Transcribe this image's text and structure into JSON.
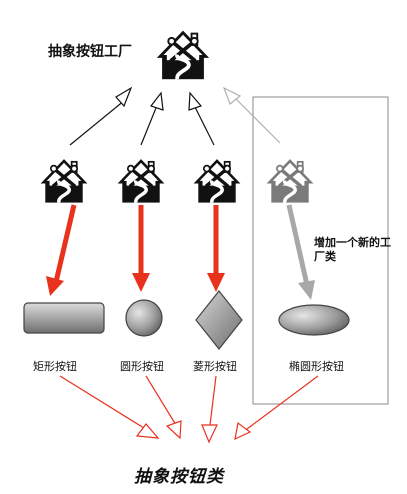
{
  "top_factory": {
    "label": "抽象按钮工厂"
  },
  "sub_factories": [
    {
      "id": "rect"
    },
    {
      "id": "circle"
    },
    {
      "id": "diamond"
    },
    {
      "id": "ellipse",
      "faded": true
    }
  ],
  "buttons": [
    {
      "shape": "rectangle",
      "label": "矩形按钮"
    },
    {
      "shape": "circle",
      "label": "圆形按钮"
    },
    {
      "shape": "diamond",
      "label": "菱形按钮"
    },
    {
      "shape": "ellipse",
      "label": "椭圆形按钮"
    }
  ],
  "note": {
    "text": "增加一个新的工厂类"
  },
  "bottom_class": {
    "label": "抽象按钮类"
  },
  "colors": {
    "arrow_red": "#e8321e",
    "arrow_gray": "#a8a8a8",
    "shape_gray": "#9a9a9a",
    "factory_black": "#111111",
    "factory_faded": "#7a7a7a"
  }
}
